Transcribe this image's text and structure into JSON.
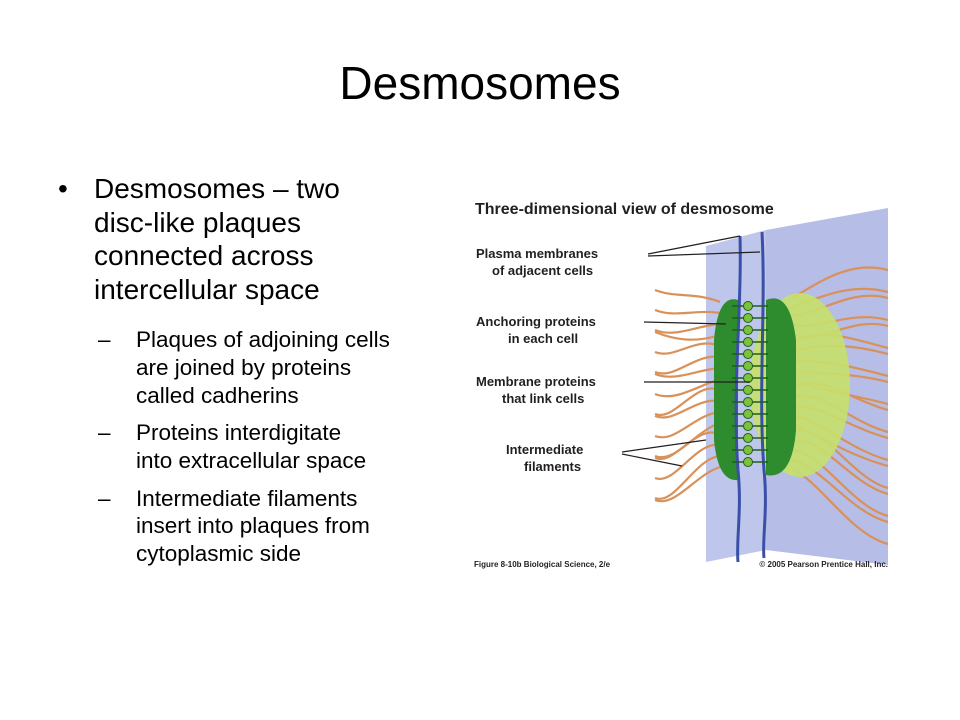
{
  "slide": {
    "title": "Desmosomes",
    "bullet": {
      "text_lines": [
        "Desmosomes – two",
        "disc-like plaques",
        "connected across",
        "intercellular space"
      ]
    },
    "sub_bullets": [
      {
        "lines": [
          "Plaques of adjoining cells",
          "are joined by proteins",
          "called cadherins"
        ]
      },
      {
        "lines": [
          "Proteins interdigitate",
          "into extracellular space"
        ]
      },
      {
        "lines": [
          "Intermediate filaments",
          "insert into plaques from",
          "cytoplasmic side"
        ]
      }
    ]
  },
  "figure": {
    "heading": "Three-dimensional view of desmosome",
    "labels": [
      {
        "lines": [
          "Plasma membranes",
          "of adjacent cells"
        ]
      },
      {
        "lines": [
          "Anchoring proteins",
          "in each cell"
        ]
      },
      {
        "lines": [
          "Membrane proteins",
          "that link cells"
        ]
      },
      {
        "lines": [
          "Intermediate",
          "filaments"
        ]
      }
    ],
    "caption_left": "Figure 8-10b  Biological Science, 2/e",
    "caption_right": "© 2005 Pearson Prentice Hall, Inc.",
    "colors": {
      "membrane": "#a9b1e3",
      "membrane_edge": "#3a4fa8",
      "plaque": "#2e8b2e",
      "cytoplasm": "#c6e06a",
      "filament": "#d9915a",
      "protein": "#7cc23a"
    }
  }
}
